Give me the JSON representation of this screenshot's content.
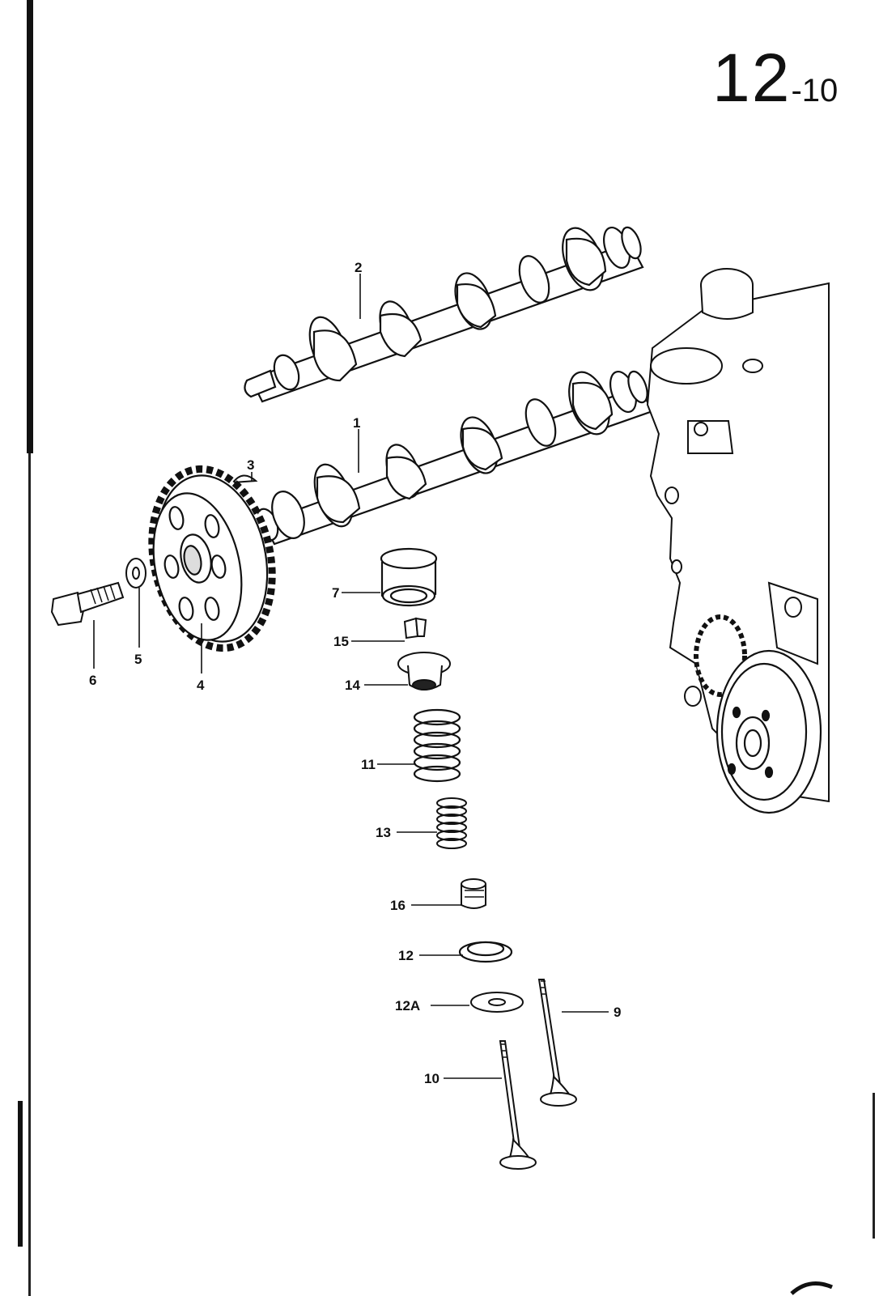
{
  "page": {
    "page_number_major": "12",
    "page_number_minor": "-10"
  },
  "callouts": [
    {
      "id": "c1",
      "label": "1"
    },
    {
      "id": "c2",
      "label": "2"
    },
    {
      "id": "c3",
      "label": "3"
    },
    {
      "id": "c4",
      "label": "4"
    },
    {
      "id": "c5",
      "label": "5"
    },
    {
      "id": "c6",
      "label": "6"
    },
    {
      "id": "c7",
      "label": "7"
    },
    {
      "id": "c15",
      "label": "15"
    },
    {
      "id": "c14",
      "label": "14"
    },
    {
      "id": "c11",
      "label": "11"
    },
    {
      "id": "c13",
      "label": "13"
    },
    {
      "id": "c16",
      "label": "16"
    },
    {
      "id": "c12",
      "label": "12"
    },
    {
      "id": "c12a",
      "label": "12A"
    },
    {
      "id": "c9",
      "label": "9"
    },
    {
      "id": "c10",
      "label": "10"
    }
  ]
}
